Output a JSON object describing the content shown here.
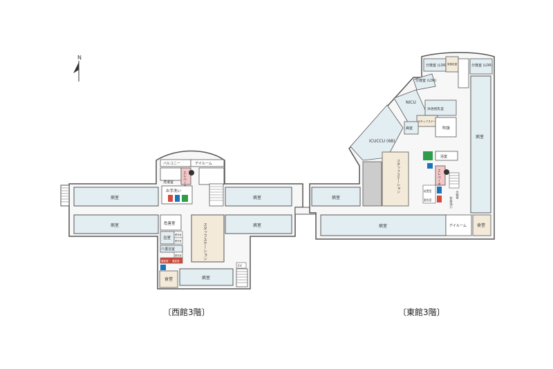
{
  "compass": {
    "north": "N"
  },
  "west": {
    "caption": "〔西館3階〕",
    "balcony": "バルコニー",
    "dayroom": "デイルーム",
    "laundry": "洗濯室",
    "elevator": "エレベータ",
    "restroom": "お手洗い",
    "ward_nw": "病室",
    "ward_nc": "病室",
    "ward_sw": "病室",
    "ward_sc": "病室",
    "ward_bottom": "病室",
    "hazard_room": "危害室",
    "bath": "浴室",
    "care_bath": "介護浴室",
    "dressing1": "脱衣室",
    "dressing2": "脱衣室",
    "dressing3": "脱衣室",
    "small_a": "重症室",
    "small_b": "重症室",
    "staff_station": "スタッフステーション",
    "dining": "食堂",
    "ev": "EV"
  },
  "east": {
    "caption": "〔東館3階〕",
    "delivery1": "分娩室 (LDR)",
    "delivery2": "分娩室 (LDR)",
    "delivery3": "分娩室 (LDR)",
    "family_room": "家族控室",
    "nicu": "NICU",
    "feeding": "沐浴授乳室",
    "staff_sub": "スタッフステーション",
    "atrium": "吹抜",
    "ward_small": "病室",
    "icu": "ICUCCU (6B)",
    "staff_station": "スタッフステーション",
    "bath": "浴室",
    "elevator": "エレベータ",
    "treatment": "処置室",
    "conference": "更衣室",
    "restroom": "お手洗い",
    "ward_left": "病室",
    "ward_right": "病室",
    "ward_bottom": "病室",
    "dayroom": "デイルーム",
    "dining": "食堂",
    "storage": "汚物室"
  },
  "colors": {
    "wall": "#555555",
    "room": "#e3eef3",
    "staff": "#f3ead9",
    "elevator": "#f4c8c8",
    "restroom": "#1b74b8",
    "accessible": "#2d9d4a",
    "red": "#d64a3a",
    "service": "#cccccc"
  }
}
